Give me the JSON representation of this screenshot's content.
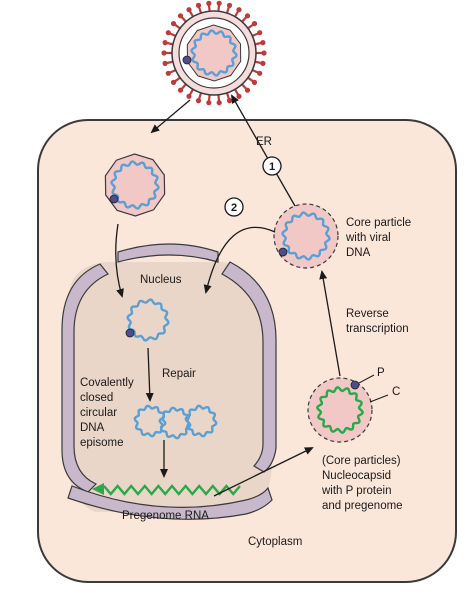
{
  "labels": {
    "er": "ER",
    "step1": "1",
    "step2": "2",
    "core_particle": [
      "Core particle",
      "with viral",
      "DNA"
    ],
    "nucleus": "Nucleus",
    "reverse_transcription": [
      "Reverse",
      "transcription"
    ],
    "repair": "Repair",
    "cccdna": [
      "Covalently",
      "closed",
      "circular",
      "DNA",
      "episome"
    ],
    "p_label": "P",
    "c_label": "C",
    "nucleocapsid": [
      "(Core particles)",
      "Nucleocapsid",
      "with P protein",
      "and pregenome"
    ],
    "pregenome_rna": "Pregenome RNA",
    "cytoplasm": "Cytoplasm"
  },
  "colors": {
    "cell_fill": "#fbe6da",
    "cell_stroke": "#3a3a3a",
    "nucleus_fill": "#f2ddd0",
    "envelope_fill": "#c9b8cc",
    "capsid_fill": "#f2c8c6",
    "dna_blue": "#5aa0d4",
    "rna_green": "#2aa84a",
    "spike_red": "#c0393b",
    "protein_dot": "#4b4f8a"
  }
}
